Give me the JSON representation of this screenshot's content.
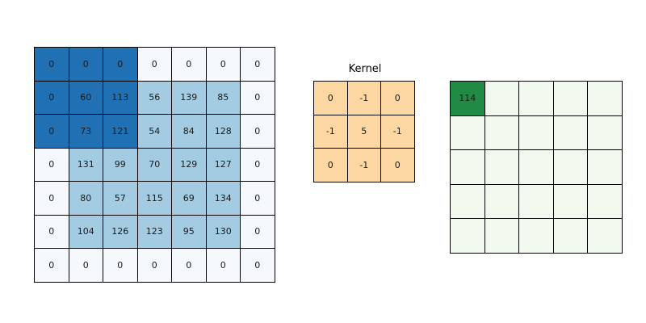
{
  "input_grid": {
    "cell_name": "input-cell",
    "palette": {
      "dark": "#2070b4",
      "mid": "#a3cce3",
      "zero": "#f5f9fd"
    },
    "values": [
      [
        0,
        0,
        0,
        0,
        0,
        0,
        0
      ],
      [
        0,
        60,
        113,
        56,
        139,
        85,
        0
      ],
      [
        0,
        73,
        121,
        54,
        84,
        128,
        0
      ],
      [
        0,
        131,
        99,
        70,
        129,
        127,
        0
      ],
      [
        0,
        80,
        57,
        115,
        69,
        134,
        0
      ],
      [
        0,
        104,
        126,
        123,
        95,
        130,
        0
      ],
      [
        0,
        0,
        0,
        0,
        0,
        0,
        0
      ]
    ],
    "shades": [
      [
        "dark",
        "dark",
        "dark",
        "zero",
        "zero",
        "zero",
        "zero"
      ],
      [
        "dark",
        "dark",
        "dark",
        "mid",
        "mid",
        "mid",
        "zero"
      ],
      [
        "dark",
        "dark",
        "dark",
        "mid",
        "mid",
        "mid",
        "zero"
      ],
      [
        "zero",
        "mid",
        "mid",
        "mid",
        "mid",
        "mid",
        "zero"
      ],
      [
        "zero",
        "mid",
        "mid",
        "mid",
        "mid",
        "mid",
        "zero"
      ],
      [
        "zero",
        "mid",
        "mid",
        "mid",
        "mid",
        "mid",
        "zero"
      ],
      [
        "zero",
        "zero",
        "zero",
        "zero",
        "zero",
        "zero",
        "zero"
      ]
    ]
  },
  "kernel": {
    "title": "Kernel",
    "grid": {
      "cell_name": "kernel-cell",
      "palette": {
        "peach": "#fcd7a1"
      },
      "values": [
        [
          0,
          -1,
          0
        ],
        [
          -1,
          5,
          -1
        ],
        [
          0,
          -1,
          0
        ]
      ],
      "shades": [
        [
          "peach",
          "peach",
          "peach"
        ],
        [
          "peach",
          "peach",
          "peach"
        ],
        [
          "peach",
          "peach",
          "peach"
        ]
      ]
    }
  },
  "output_grid": {
    "cell_name": "output-cell",
    "palette": {
      "active": "#218a44",
      "empty": "#f1f8ee"
    },
    "values": [
      [
        "114",
        "",
        "",
        "",
        ""
      ],
      [
        "",
        "",
        "",
        "",
        ""
      ],
      [
        "",
        "",
        "",
        "",
        ""
      ],
      [
        "",
        "",
        "",
        "",
        ""
      ],
      [
        "",
        "",
        "",
        "",
        ""
      ]
    ],
    "shades": [
      [
        "active",
        "empty",
        "empty",
        "empty",
        "empty"
      ],
      [
        "empty",
        "empty",
        "empty",
        "empty",
        "empty"
      ],
      [
        "empty",
        "empty",
        "empty",
        "empty",
        "empty"
      ],
      [
        "empty",
        "empty",
        "empty",
        "empty",
        "empty"
      ],
      [
        "empty",
        "empty",
        "empty",
        "empty",
        "empty"
      ]
    ]
  }
}
